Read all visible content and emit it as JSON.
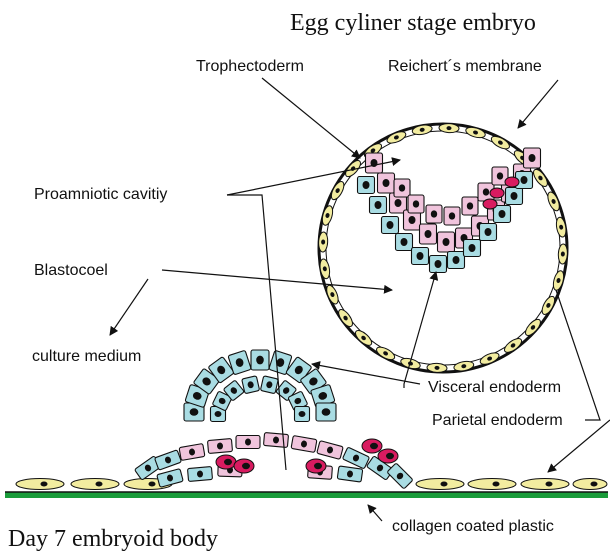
{
  "title": "Egg cyliner stage embryo",
  "footer_title": "Day 7 embryoid body",
  "labels": {
    "trophectoderm": "Trophectoderm",
    "reicherts_membrane": "Reichert´s membrane",
    "proamniotic_cavity": "Proamniotic cavitiy",
    "blastocoel": "Blastocoel",
    "culture_medium": "culture medium",
    "visceral_endoderm": "Visceral endoderm",
    "parietal_endoderm": "Parietal endoderm",
    "collagen": "collagen coated plastic"
  },
  "colors": {
    "visceral_cell": "#a9dce3",
    "epiblast_cell": "#f0c4dc",
    "parietal_cell": "#f2eca0",
    "nucleus": "#111111",
    "substrate": "#1a9b3a",
    "red_cell": "#d81b60"
  }
}
